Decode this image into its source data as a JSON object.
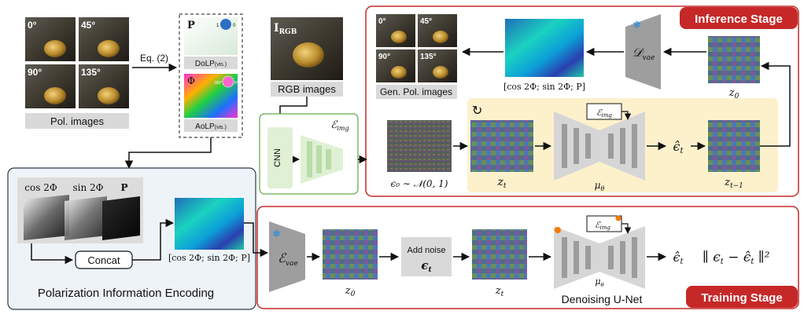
{
  "pol_images": {
    "angles": [
      "0°",
      "45°",
      "90°",
      "135°"
    ],
    "caption": "Pol. images"
  },
  "eq_label": "Eq. (2)",
  "dolp": {
    "symbol": "P",
    "caption": "DoLP",
    "caption_sub": "(vis.)",
    "colorbar_min": "1",
    "colorbar_max": "0"
  },
  "aolp": {
    "symbol": "Φ",
    "caption": "AoLP",
    "caption_sub": "(vis.)",
    "wheel_labels": [
      "180°",
      "0°"
    ]
  },
  "rgb": {
    "symbol": "I",
    "symbol_sub": "RGB",
    "caption": "RGB images"
  },
  "image_encoder": {
    "cnn_label": "CNN",
    "symbol": "ℰ",
    "symbol_sub": "img"
  },
  "encoding_panel": {
    "title": "Polarization Information Encoding",
    "channel_labels": [
      "cos 2Φ",
      "sin 2Φ",
      "P"
    ],
    "concat_label": "Concat",
    "output_caption": "[cos 2Φ; sin 2Φ; P]"
  },
  "inference": {
    "stage_label": "Inference Stage",
    "generated_caption": "Gen. Pol. images",
    "generated_angles": [
      "0°",
      "45°",
      "90°",
      "135°"
    ],
    "decoded_caption": "[cos 2Φ; sin 2Φ; P]",
    "decoder_symbol": "𝒟",
    "decoder_sub": "vae",
    "z0_label": "z",
    "z0_sub": "0",
    "noise_label": "ϵ₀ ∼ 𝒩(0, 1)",
    "zt_label": "z",
    "zt_sub": "t",
    "unet_label": "μ",
    "unet_sub": "θ",
    "cond_symbol": "ℰ",
    "cond_sub": "img",
    "eps_hat": "ϵ̂",
    "eps_hat_sub": "t",
    "ztm1_label": "z",
    "ztm1_sub": "t−1"
  },
  "training": {
    "stage_label": "Training Stage",
    "encoder_symbol": "ℰ",
    "encoder_sub": "vae",
    "z0_label": "z",
    "z0_sub": "0",
    "add_noise_label": "Add noise",
    "add_noise_symbol": "ϵ",
    "add_noise_sub": "t",
    "zt_label": "z",
    "zt_sub": "t",
    "unet_label": "μ",
    "unet_sub": "θ",
    "unet_caption": "Denoising U-Net",
    "cond_symbol": "ℰ",
    "cond_sub": "img",
    "eps_hat": "ϵ̂",
    "eps_hat_sub": "t",
    "loss": "∥ ϵ",
    "loss_sub": "t",
    "loss_mid": " − ϵ̂",
    "loss_sub2": "t",
    "loss_end": " ∥²"
  },
  "colors": {
    "inference_border": "#c62828",
    "stage_label_bg": "#c62828",
    "encoding_bg": "#eef3f8",
    "encoding_border": "#2b3a4a",
    "encoder_border": "#7cb96a",
    "encoder_bg": "#dff0d5",
    "loop_bg": "#fdf1cc",
    "vae_gray": "#9e9e9e",
    "unet_gray": "#d6d6d6"
  }
}
